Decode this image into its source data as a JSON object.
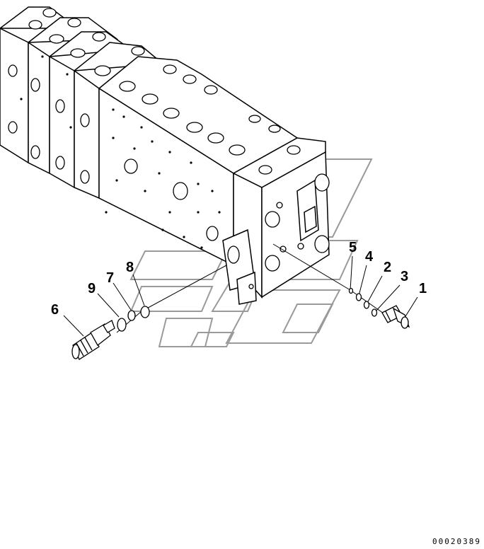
{
  "diagram": {
    "drawing_number": "00020389",
    "callouts": [
      {
        "id": "1",
        "label": "1"
      },
      {
        "id": "2",
        "label": "2"
      },
      {
        "id": "3",
        "label": "3"
      },
      {
        "id": "4",
        "label": "4"
      },
      {
        "id": "5",
        "label": "5"
      },
      {
        "id": "6",
        "label": "6"
      },
      {
        "id": "7",
        "label": "7"
      },
      {
        "id": "8",
        "label": "8"
      },
      {
        "id": "9",
        "label": "9"
      }
    ],
    "colors": {
      "line": "#000000",
      "watermark": "#9a9a9a",
      "background": "#ffffff"
    }
  }
}
